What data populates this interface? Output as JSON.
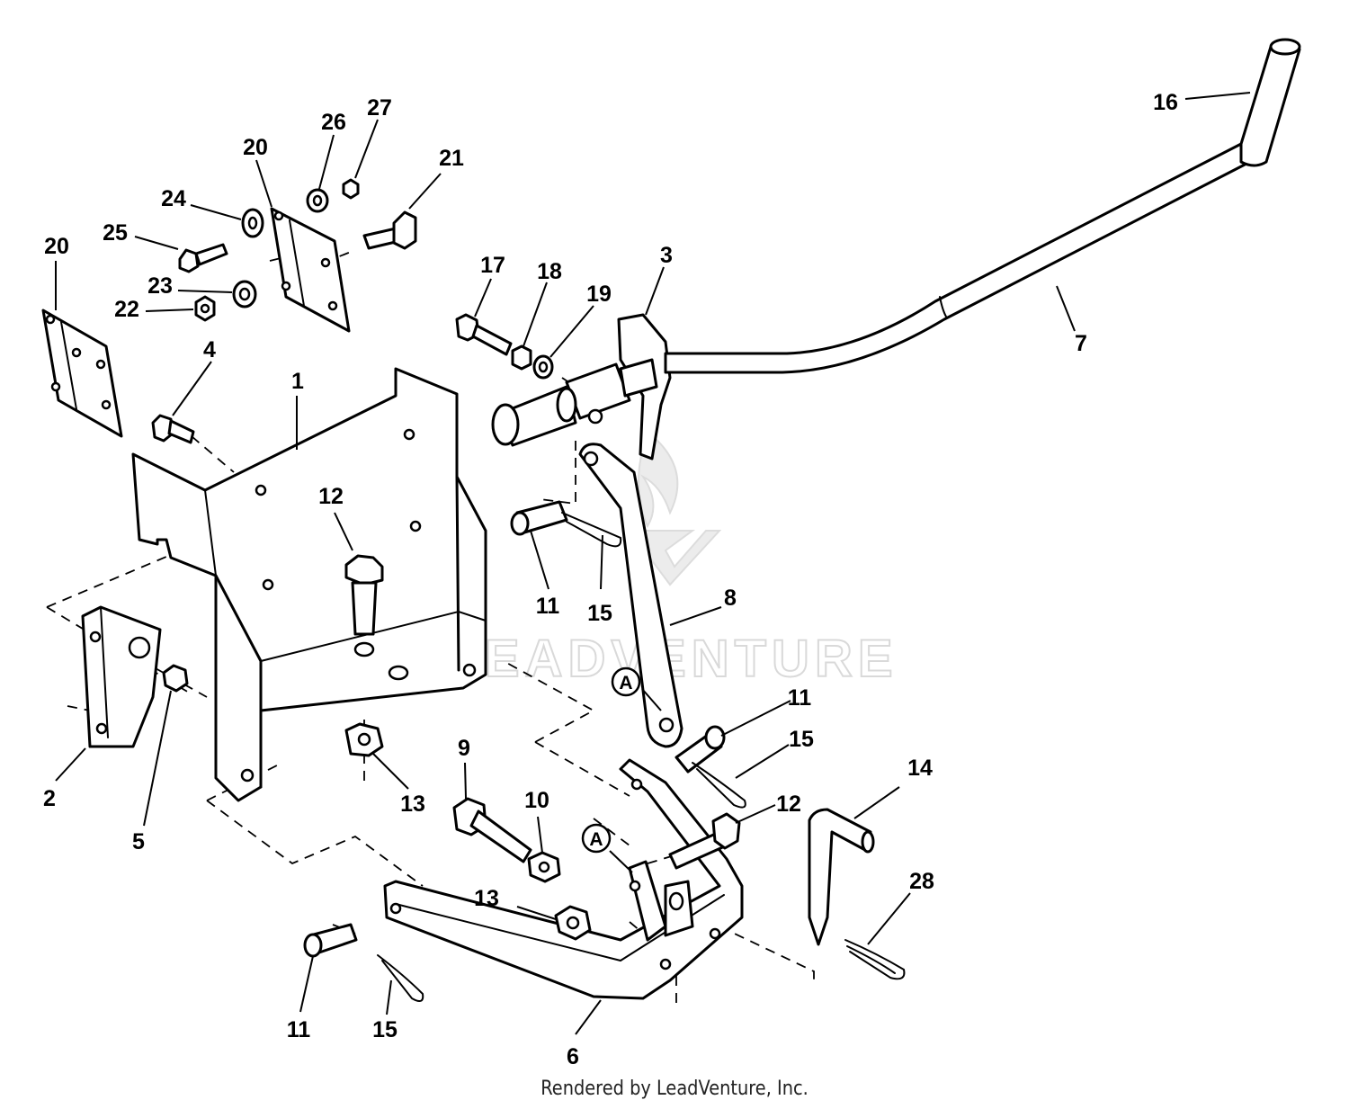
{
  "diagram": {
    "callouts": {
      "c1": "1",
      "c2": "2",
      "c3": "3",
      "c4": "4",
      "c5": "5",
      "c6": "6",
      "c7": "7",
      "c8": "8",
      "c9": "9",
      "c10": "10",
      "c11a": "11",
      "c11b": "11",
      "c11c": "11",
      "c12a": "12",
      "c12b": "12",
      "c13a": "13",
      "c13b": "13",
      "c14": "14",
      "c15a": "15",
      "c15b": "15",
      "c15c": "15",
      "c16": "16",
      "c17": "17",
      "c18": "18",
      "c19": "19",
      "c20a": "20",
      "c20b": "20",
      "c21": "21",
      "c22": "22",
      "c23": "23",
      "c24": "24",
      "c25": "25",
      "c26": "26",
      "c27": "27",
      "c28": "28"
    },
    "reference_markers": {
      "a1": "A",
      "a2": "A"
    }
  },
  "watermark": {
    "text": "LEADVENTURE"
  },
  "footer": {
    "credit": "Rendered by LeadVenture, Inc."
  }
}
